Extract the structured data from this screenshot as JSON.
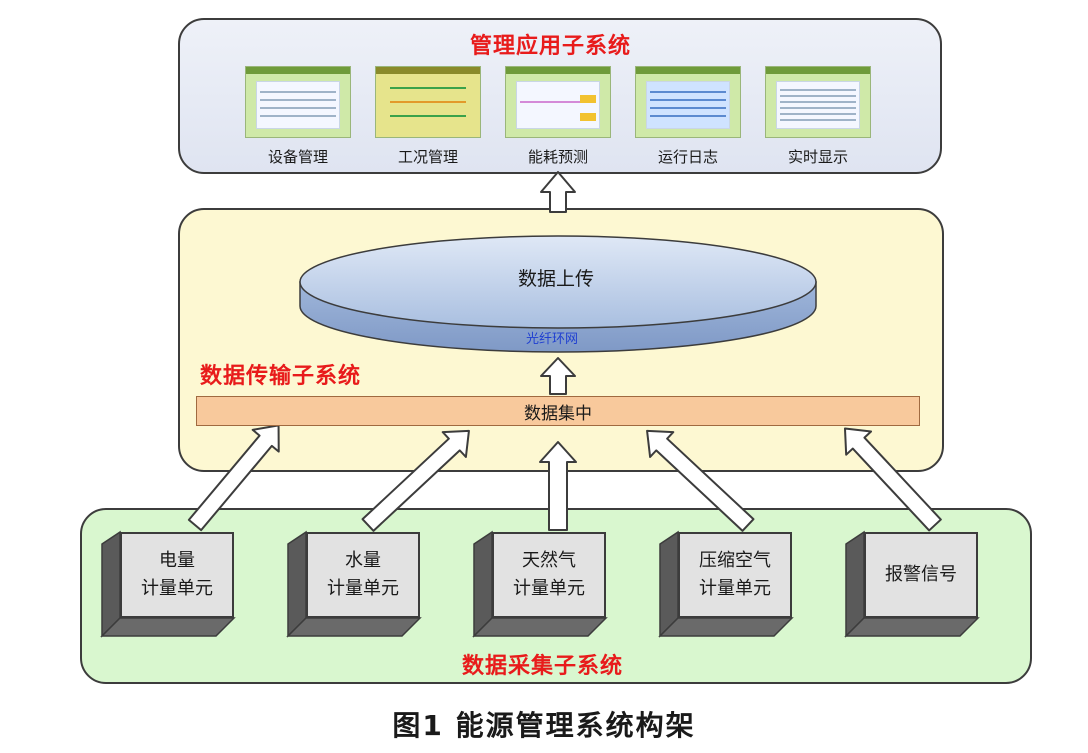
{
  "management": {
    "title": "管理应用子系统",
    "apps": [
      {
        "label": "设备管理"
      },
      {
        "label": "工况管理"
      },
      {
        "label": "能耗预测"
      },
      {
        "label": "运行日志"
      },
      {
        "label": "实时显示"
      }
    ]
  },
  "transmission": {
    "title": "数据传输子系统",
    "upload_label": "数据上传",
    "ring_label": "光纤环网",
    "concentrate_label": "数据集中"
  },
  "acquisition": {
    "title": "数据采集子系统",
    "units": [
      {
        "line1": "电量",
        "line2": "计量单元"
      },
      {
        "line1": "水量",
        "line2": "计量单元"
      },
      {
        "line1": "天然气",
        "line2": "计量单元"
      },
      {
        "line1": "压缩空气",
        "line2": "计量单元"
      },
      {
        "line1": "报警信号",
        "line2": ""
      }
    ]
  },
  "caption": "图1  能源管理系统构架",
  "colors": {
    "title_red": "#e81b1b",
    "ellipse_blue": "#b8cbe6",
    "ring_text": "#1f3fd1",
    "collect_bar": "#f8c99c",
    "mid_panel": "#fdf8d2",
    "bottom_panel": "#d9f7cf"
  }
}
